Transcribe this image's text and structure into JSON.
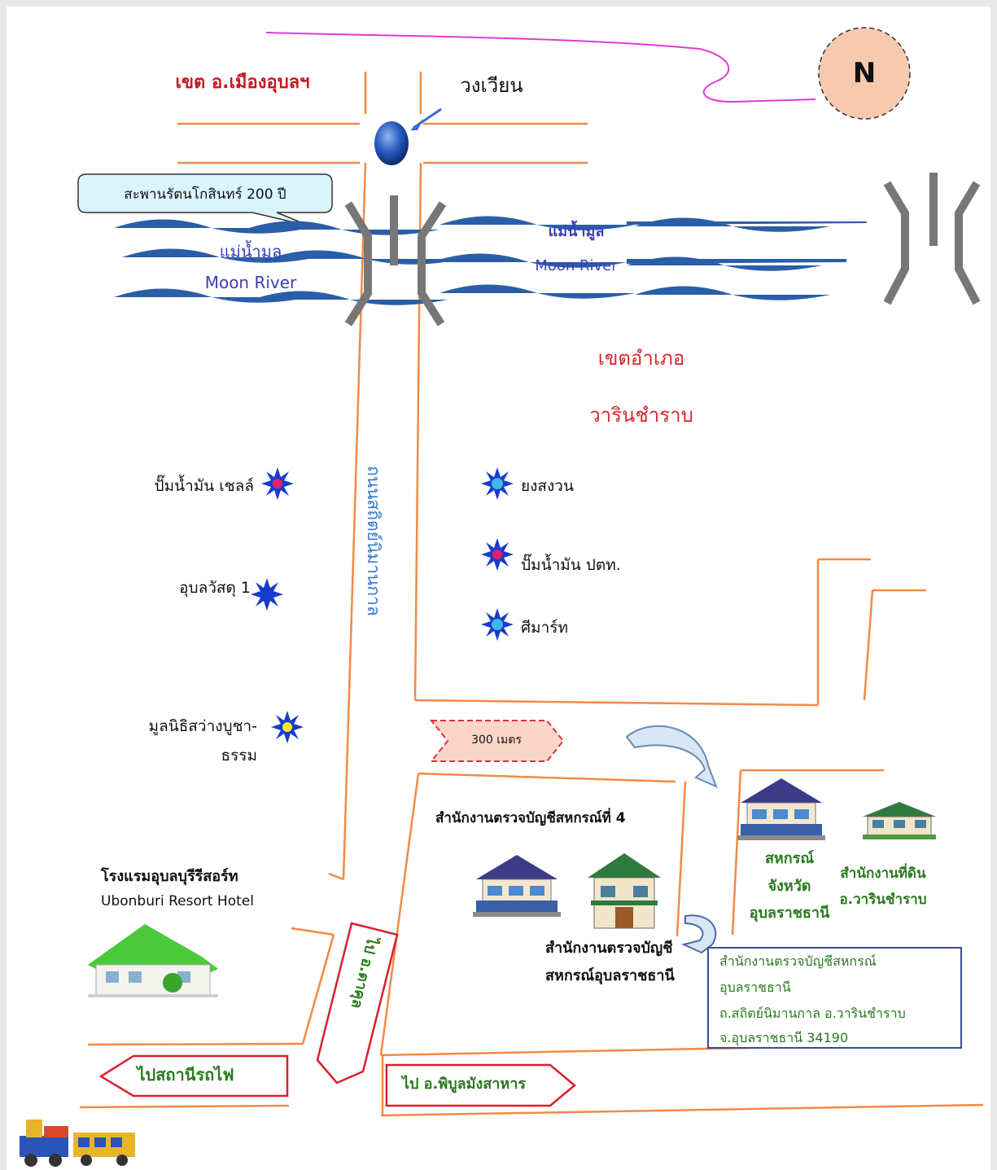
{
  "north_label": "N",
  "district_left": "เขต อ.เมืองอุบลฯ",
  "roundabout": "วงเวียน",
  "bridge_name": "สะพานรัตนโกสินทร์ 200 ปี",
  "river_left": {
    "th": "แม่น้ำมูล",
    "en": "Moon River"
  },
  "river_right": {
    "th": "แม่น้ำมูล",
    "en": "Moon River"
  },
  "district_right_line1": "เขตอำเภอ",
  "district_right_line2": "วารินชำราบ",
  "road_name": "ถนนสถิตย์นิมานกาล",
  "landmarks": {
    "shell": "ปั๊มน้ำมัน เชลล์",
    "ubon_wattadu": "อุบลวัสดุ 1",
    "foundation_line1": "มูลนิธิสว่างบูชา-",
    "foundation_line2": "ธรรม",
    "yongsuan": "ยงสงวน",
    "ptt": "ปั๊มน้ำมัน ปตท.",
    "smart": "ศีมาร์ท"
  },
  "distance_badge": "300 เมตร",
  "office_4": "สำนักงานตรวจบัญชีสหกรณ์ที่ 4",
  "hotel_th": "โรงแรมอุบลบุรีรีสอร์ท",
  "hotel_en": "Ubonburi Resort Hotel",
  "coop_line1": "สหกรณ์",
  "coop_line2": "จังหวัด",
  "coop_line3": "อุบลราชธานี",
  "land_line1": "สำนักงานที่ดิน",
  "land_line2": "อ.วารินชำราบ",
  "office_ubon_line1": "สำนักงานตรวจบัญชี",
  "office_ubon_line2": "สหกรณ์อุบลราชธานี",
  "address": {
    "line1": "สำนักงานตรวจบัญชีสหกรณ์",
    "line2": "อุบลราชธานี",
    "line3": "ถ.สถิตย์นิมานกาล อ.วารินชำราบ",
    "line4": "จ.อุบลราชธานี  34190"
  },
  "to_station": "ไปสถานีรถไฟ",
  "to_phibun": "ไป อ.พิบูลมังสาหาร",
  "to_south": "ไป อ.ตาคุล",
  "colors": {
    "road": "#f28a46",
    "river": "#2b5ea8",
    "district": "#c8181e",
    "green_text": "#2a7a1f",
    "arrow": "#d92030"
  }
}
